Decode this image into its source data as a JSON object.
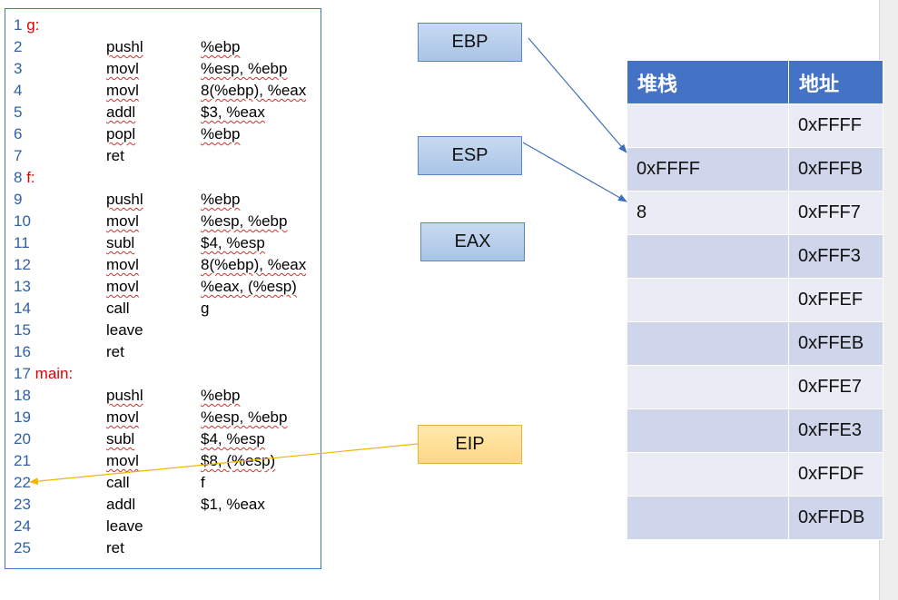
{
  "code": [
    {
      "num": "1",
      "label": "g:",
      "instr": "",
      "operands": ""
    },
    {
      "num": "2",
      "label": "",
      "instr": "pushl",
      "operands": "%ebp"
    },
    {
      "num": "3",
      "label": "",
      "instr": "movl",
      "operands": "%esp, %ebp"
    },
    {
      "num": "4",
      "label": "",
      "instr": "movl",
      "operands": "8(%ebp), %eax"
    },
    {
      "num": "5",
      "label": "",
      "instr": "addl",
      "operands": "$3, %eax"
    },
    {
      "num": "6",
      "label": "",
      "instr": "popl",
      "operands": "%ebp"
    },
    {
      "num": "7",
      "label": "",
      "instr": "ret",
      "operands": ""
    },
    {
      "num": "8",
      "label": "f:",
      "instr": "",
      "operands": ""
    },
    {
      "num": "9",
      "label": "",
      "instr": "pushl",
      "operands": "%ebp"
    },
    {
      "num": "10",
      "label": "",
      "instr": "movl",
      "operands": "%esp, %ebp"
    },
    {
      "num": "11",
      "label": "",
      "instr": "subl",
      "operands": "$4, %esp"
    },
    {
      "num": "12",
      "label": "",
      "instr": "movl",
      "operands": "8(%ebp), %eax"
    },
    {
      "num": "13",
      "label": "",
      "instr": "movl",
      "operands": "%eax, (%esp)"
    },
    {
      "num": "14",
      "label": "",
      "instr": "call",
      "operands": "g"
    },
    {
      "num": "15",
      "label": "",
      "instr": "leave",
      "operands": ""
    },
    {
      "num": "16",
      "label": "",
      "instr": "ret",
      "operands": ""
    },
    {
      "num": "17",
      "label": "main:",
      "instr": "",
      "operands": ""
    },
    {
      "num": "18",
      "label": "",
      "instr": "pushl",
      "operands": "%ebp"
    },
    {
      "num": "19",
      "label": "",
      "instr": "movl",
      "operands": "%esp, %ebp"
    },
    {
      "num": "20",
      "label": "",
      "instr": "subl",
      "operands": "$4, %esp"
    },
    {
      "num": "21",
      "label": "",
      "instr": "movl",
      "operands": "$8, (%esp)"
    },
    {
      "num": "22",
      "label": "",
      "instr": "call",
      "operands": "f"
    },
    {
      "num": "23",
      "label": "",
      "instr": "addl",
      "operands": "$1, %eax"
    },
    {
      "num": "24",
      "label": "",
      "instr": "leave",
      "operands": ""
    },
    {
      "num": "25",
      "label": "",
      "instr": "ret",
      "operands": ""
    }
  ],
  "registers": {
    "ebp": "EBP",
    "esp": "ESP",
    "eax": "EAX",
    "eip": "EIP"
  },
  "stack_table": {
    "headers": {
      "stack": "堆栈",
      "address": "地址"
    },
    "rows": [
      {
        "stack": "",
        "address": "0xFFFF"
      },
      {
        "stack": "0xFFFF",
        "address": "0xFFFB"
      },
      {
        "stack": "8",
        "address": "0xFFF7"
      },
      {
        "stack": "",
        "address": "0xFFF3"
      },
      {
        "stack": "",
        "address": "0xFFEF"
      },
      {
        "stack": "",
        "address": "0xFFEB"
      },
      {
        "stack": "",
        "address": "0xFFE7"
      },
      {
        "stack": "",
        "address": "0xFFE3"
      },
      {
        "stack": "",
        "address": "0xFFDF"
      },
      {
        "stack": "",
        "address": "0xFFDB"
      }
    ]
  },
  "colors": {
    "register_fill": "#b4cbe9",
    "eip_fill": "#fde0a0",
    "table_header": "#4472c4",
    "label_red": "#e00000",
    "line_number_blue": "#2e5fa8",
    "arrow_blue": "#3c6fb9",
    "arrow_gold": "#f2b705"
  }
}
